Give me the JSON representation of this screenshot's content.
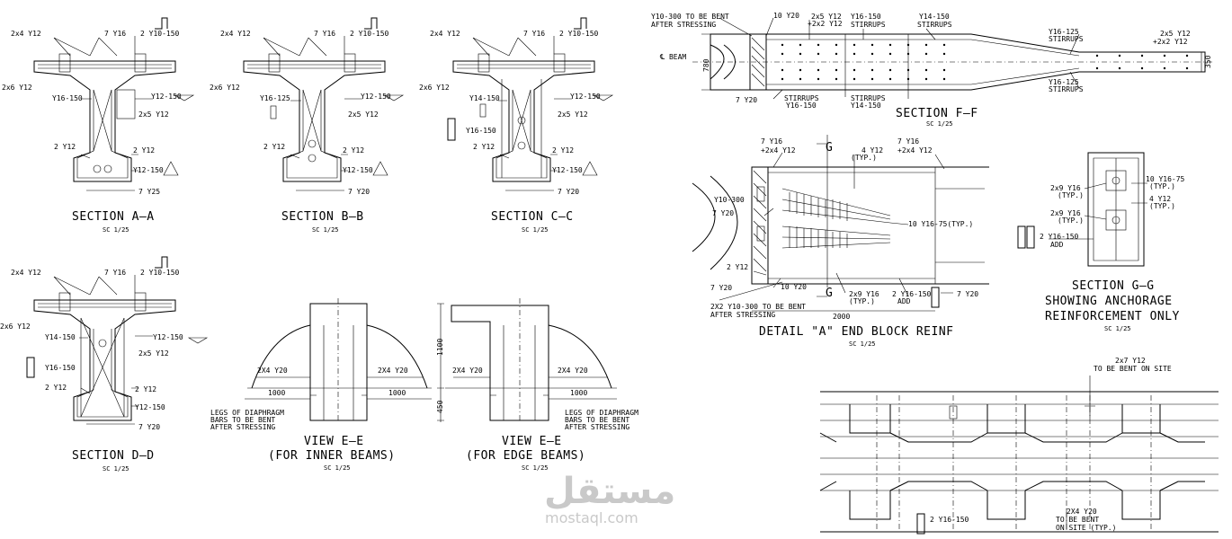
{
  "sections": {
    "a": {
      "title": "SECTION A–A",
      "scale": "SC 1/25",
      "top_left": "2x4 Y12",
      "top_mid": "7 Y16",
      "top_right": "2 Y10-150",
      "side_left": "2x6 Y12",
      "web_left": "Y16-150",
      "web_right": "Y12-150",
      "web_mid": "2x5 Y12",
      "bot_left": "2 Y12",
      "bot_right": "2 Y12",
      "bot_side": "Y12-150",
      "bot": "7 Y25"
    },
    "b": {
      "title": "SECTION B–B",
      "scale": "SC 1/25",
      "top_left": "2x4 Y12",
      "top_mid": "7 Y16",
      "top_right": "2 Y10-150",
      "side_left": "2x6 Y12",
      "web_left": "Y16-125",
      "web_right": "Y12-150",
      "web_mid": "2x5 Y12",
      "bot_left": "2 Y12",
      "bot_right": "2 Y12",
      "bot_side": "Y12-150",
      "bot": "7 Y20"
    },
    "c": {
      "title": "SECTION C–C",
      "scale": "SC 1/25",
      "top_left": "2x4 Y12",
      "top_mid": "7 Y16",
      "top_right": "2 Y10-150",
      "side_left": "2x6 Y12",
      "web_left": "Y14-150",
      "web_right": "Y12-150",
      "web_mid": "2x5 Y12",
      "web_left2": "Y16-150",
      "bot_left": "2 Y12",
      "bot_right": "2 Y12",
      "bot_side": "Y12-150",
      "bot": "7 Y20"
    },
    "d": {
      "title": "SECTION D–D",
      "scale": "SC 1/25",
      "top_left": "2x4 Y12",
      "top_mid": "7 Y16",
      "top_right": "2 Y10-150",
      "side_left": "2x6 Y12",
      "web_left": "Y14-150",
      "web_right": "Y12-150",
      "web_mid": "2x5 Y12",
      "web_left2": "Y16-150",
      "bot_left": "2 Y12",
      "bot_right": "2 Y12",
      "bot_side": "Y12-150",
      "bot": "7 Y20"
    }
  },
  "views": {
    "inner": {
      "title": "VIEW E–E",
      "subtitle": "(FOR INNER BEAMS)",
      "scale": "SC 1/25",
      "left_bars": "2X4 Y20",
      "right_bars": "2X4 Y20",
      "left_dim": "1000",
      "right_dim": "1000",
      "note1": "LEGS OF DIAPHRAGM",
      "note2": "BARS TO BE BENT",
      "note3": "AFTER STRESSING",
      "dim_h1": "1100",
      "dim_h2": "450"
    },
    "edge": {
      "title": "VIEW E–E",
      "subtitle": "(FOR EDGE BEAMS)",
      "scale": "SC 1/25",
      "left_bars": "2X4 Y20",
      "right_bars": "2X4 Y20",
      "right_dim": "1000",
      "note1": "LEGS OF DIAPHRAGM",
      "note2": "BARS TO BE BENT",
      "note3": "AFTER STRESSING"
    }
  },
  "section_f": {
    "title": "SECTION F–F",
    "scale": "SC 1/25",
    "n1": "Y10-300 TO BE BENT",
    "n2": "AFTER STRESSING",
    "n3": "10 Y20",
    "n4": "2x5 Y12",
    "n5": "+2x2 Y12",
    "n6": "Y16-150",
    "n7": "STIRRUPS",
    "n8": "Y14-150",
    "n9": "STIRRUPS",
    "n10": "Y16-125",
    "n11": "STIRRUPS",
    "n12": "2x5 Y12",
    "n13": "+2x2 Y12",
    "n14": "Y16-125",
    "n15": "STIRRUPS",
    "n16": "STIRRUPS",
    "n17": "Y16-150",
    "n18": "STIRRUPS",
    "n19": "Y14-150",
    "n20": "7 Y20",
    "beam": "℄ BEAM",
    "dim780": "780",
    "dim350": "350"
  },
  "detail_a": {
    "title": "DETAIL \"A\" END BLOCK REINF",
    "scale": "SC 1/25",
    "n1": "7 Y16",
    "n2": "+2x4 Y12",
    "n3": "4 Y12",
    "n4": "(TYP.)",
    "n5": "7 Y16",
    "n6": "+2x4 Y12",
    "n7": "Y10-300",
    "n8": "7 Y20",
    "n9": "10 Y16-75(TYP.)",
    "n10": "2 Y12",
    "n11": "7 Y20",
    "n12": "10 Y20",
    "n13": "2x9 Y16",
    "n14": "(TYP.)",
    "n15": "2 Y16-150",
    "n16": "ADD",
    "n17": "7 Y20",
    "n18": "2X2 Y10-300 TO BE BENT",
    "n19": "AFTER STRESSING",
    "n20": "2000",
    "g": "G"
  },
  "section_g": {
    "title1": "SECTION G–G",
    "title2": "SHOWING ANCHORAGE",
    "title3": "REINFORCEMENT ONLY",
    "scale": "SC 1/25",
    "n1": "2x9 Y16",
    "n2": "(TYP.)",
    "n3": "2x9 Y16",
    "n4": "(TYP.)",
    "n5": "10 Y16-75",
    "n6": "(TYP.)",
    "n7": "4 Y12",
    "n8": "(TYP.)",
    "n9": "2 Y16-150",
    "n10": "ADD"
  },
  "plan": {
    "n1": "2x7 Y12",
    "n2": "TO BE BENT ON SITE",
    "n3": "2 Y16-150",
    "n4": "2X4 Y20",
    "n5": "TO BE BENT",
    "n6": "ON SITE (TYP.)"
  },
  "watermark": {
    "arabic": "مستقل",
    "latin": "mostaql.com"
  }
}
